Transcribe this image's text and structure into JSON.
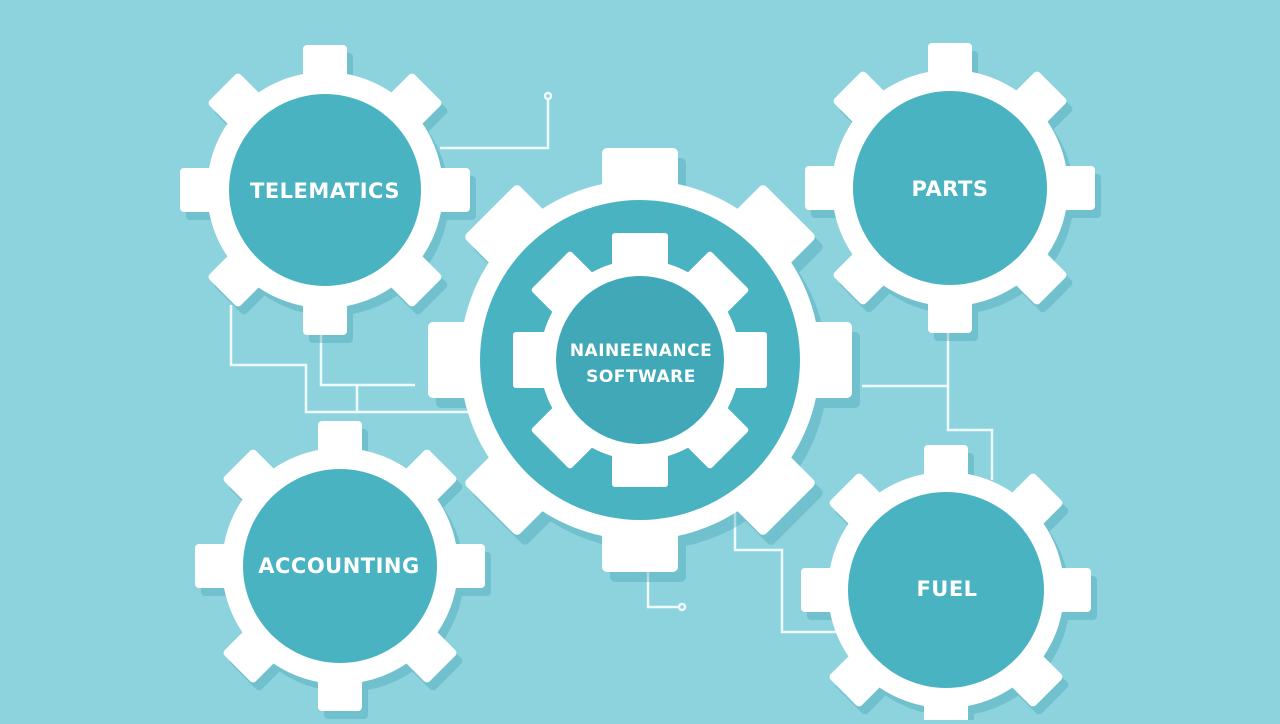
{
  "diagram": {
    "background_color": "#8dd3de",
    "gear_color": "#ffffff",
    "hub_color": "#4ab3c1",
    "connector_color": "#ffffff",
    "center_gear": {
      "label_line1": "NAINEENANCE",
      "label_line2": "SOFTWARE",
      "icon": "gear-icon"
    },
    "gears": [
      {
        "id": "telematics",
        "label": "TELEMATICS",
        "icon": "gear-icon"
      },
      {
        "id": "parts",
        "label": "PARTS",
        "icon": "gear-icon"
      },
      {
        "id": "accounting",
        "label": "ACCOUNTING",
        "icon": "gear-icon"
      },
      {
        "id": "fuel",
        "label": "FUEL",
        "icon": "gear-icon"
      }
    ]
  }
}
